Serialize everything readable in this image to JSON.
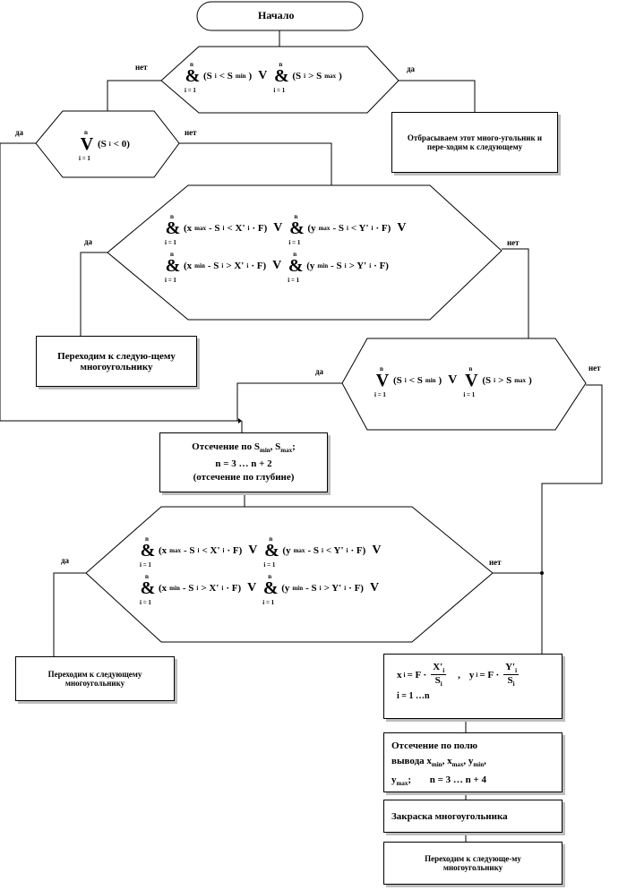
{
  "start": "Начало",
  "labels": {
    "yes": "да",
    "no": "нет"
  },
  "operators": {
    "and": "&",
    "or": "V",
    "sup": "n",
    "sub": "i = 1"
  },
  "cond1": {
    "t1": "(S",
    "s1": "i",
    "t2": " < S",
    "s2": "min",
    "t3": ")",
    "t4": "(S",
    "s3": "i",
    "t5": " > S",
    "s4": "max",
    "t6": ")"
  },
  "discard": "Отбрасываем этот много-угольник и пере-ходим к следующему",
  "cond2": {
    "t1": "(S",
    "s1": "i",
    "t2": " < 0)"
  },
  "cond3": {
    "a": [
      "(x",
      "max",
      " - S",
      "i",
      " < X'",
      "i",
      " · F)"
    ],
    "b": [
      "(y",
      "max",
      " - S",
      "i",
      " < Y'",
      "i",
      " · F)"
    ],
    "c": [
      "(x",
      "min",
      " - S",
      "i",
      " > X'",
      "i",
      " · F)"
    ],
    "d": [
      "(y",
      "min",
      " - S",
      "i",
      " > Y'",
      "i",
      " · F)"
    ]
  },
  "next1": "Переходим к следую-щему многоугольнику",
  "cond4": {
    "t1": "(S",
    "s1": "i",
    "t2": " < S",
    "s2": "min",
    "t3": ")",
    "t4": "(S",
    "s3": "i",
    "t5": " > S",
    "s4": "max",
    "t6": ")"
  },
  "clip_depth": {
    "line1a": "Отсечение по S",
    "line1b": "min",
    "line1c": ", S",
    "line1d": "max",
    "line1e": ";",
    "line2": "n = 3 … n + 2",
    "line3": "(отсечение по глубине)"
  },
  "next2": "Переходим к следующему многоугольнику",
  "projection": {
    "x": "x",
    "i": "i",
    "eq": " = F ·",
    "X": "X'",
    "S": "S",
    "y": "y",
    "Y": "Y'",
    "range": "i = 1 …n"
  },
  "clip_field": {
    "l1": "Отсечение по полю",
    "l2a": "вывода x",
    "l2b": "min",
    "l2c": ", x",
    "l2d": "max",
    "l2e": ", y",
    "l2f": "min",
    "l2g": ",",
    "l3a": "y",
    "l3b": "max",
    "l3c": ";",
    "l3d": "n = 3 … n + 4"
  },
  "fill": "Закраска многоугольника",
  "next3": "Переходим к следующе-му многоугольнику"
}
